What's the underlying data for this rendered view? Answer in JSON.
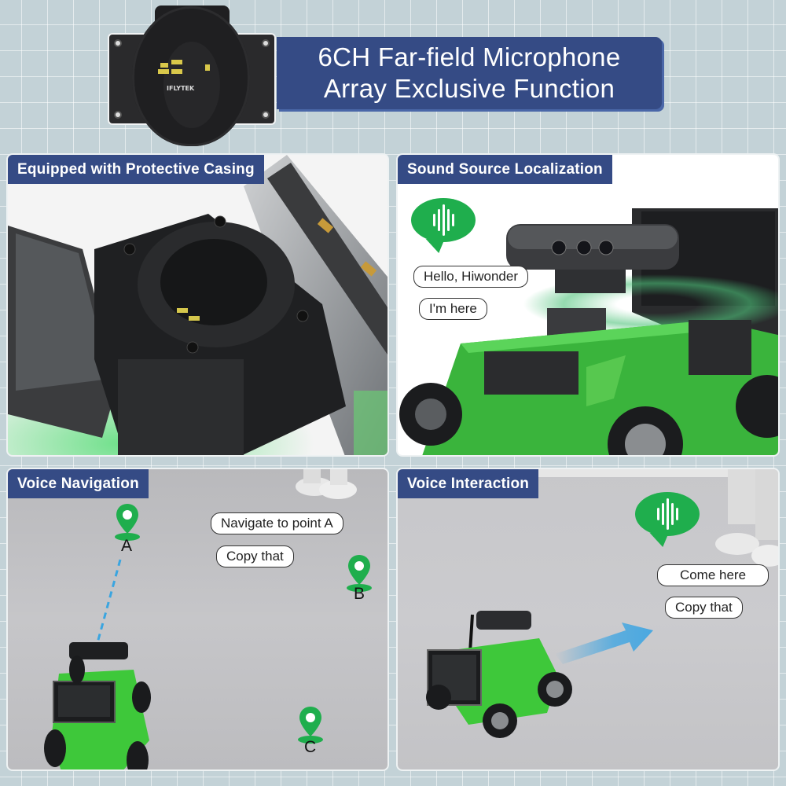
{
  "header": {
    "title_line1": "6CH Far-field Microphone",
    "title_line2": "Array Exclusive Function",
    "board_logo": "IFLYTEK",
    "colors": {
      "title_bg": "#354b85",
      "background": "#c3d2d7"
    }
  },
  "panels": [
    {
      "label": "Equipped with Protective Casing"
    },
    {
      "label": "Sound Source Localization",
      "bubbles": [
        "Hello, Hiwonder",
        "I'm here"
      ],
      "icon": "voice-wave-icon"
    },
    {
      "label": "Voice Navigation",
      "bubbles": [
        "Navigate to point A",
        "Copy that"
      ],
      "pins": [
        "A",
        "B",
        "C"
      ]
    },
    {
      "label": "Voice Interaction",
      "bubbles": [
        "Come here",
        "Copy that"
      ],
      "icon": "voice-wave-icon"
    }
  ],
  "colors": {
    "accent_green": "#1fae4d",
    "label_blue": "#354b85",
    "path_blue": "#3aa5e0",
    "robot_green": "#3ec83a"
  }
}
